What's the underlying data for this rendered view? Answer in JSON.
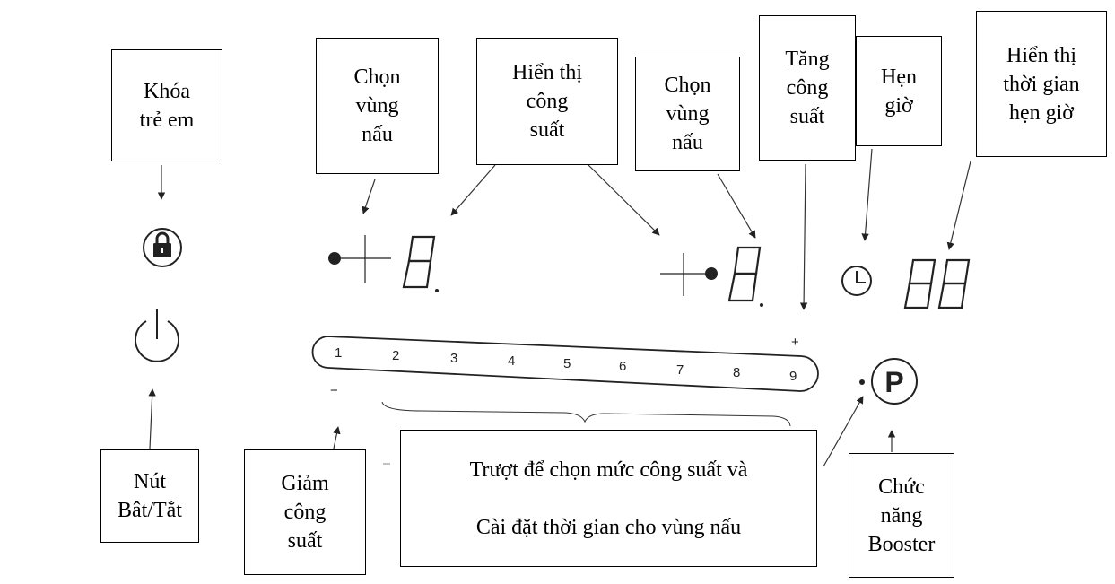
{
  "callouts": {
    "child_lock": [
      "Khóa",
      "trẻ em"
    ],
    "zone_select_left": [
      "Chọn",
      "vùng",
      "nấu"
    ],
    "power_display": [
      "Hiển thị",
      "công",
      "suất"
    ],
    "zone_select_right": [
      "Chọn",
      "vùng",
      "nấu"
    ],
    "power_increase": [
      "Tăng",
      "công",
      "suất"
    ],
    "timer": [
      "Hẹn",
      "giờ"
    ],
    "timer_display": [
      "Hiển thị",
      "thời gian",
      "hẹn giờ"
    ],
    "on_off": [
      "Nút",
      "Bât/Tắt"
    ],
    "power_decrease": [
      "Giảm",
      "công",
      "suất"
    ],
    "slider": [
      "Trượt để chọn mức công suất và",
      "Cài đặt thời gian cho vùng nấu"
    ],
    "booster": [
      "Chức",
      "năng",
      "Booster"
    ]
  },
  "panel": {
    "slider_levels": [
      "1",
      "2",
      "3",
      "4",
      "5",
      "6",
      "7",
      "8",
      "9"
    ],
    "plus_sign": "+",
    "minus_sign": "−",
    "booster_key": "P",
    "icons": [
      "lock-icon",
      "power-icon",
      "clock-icon"
    ]
  }
}
